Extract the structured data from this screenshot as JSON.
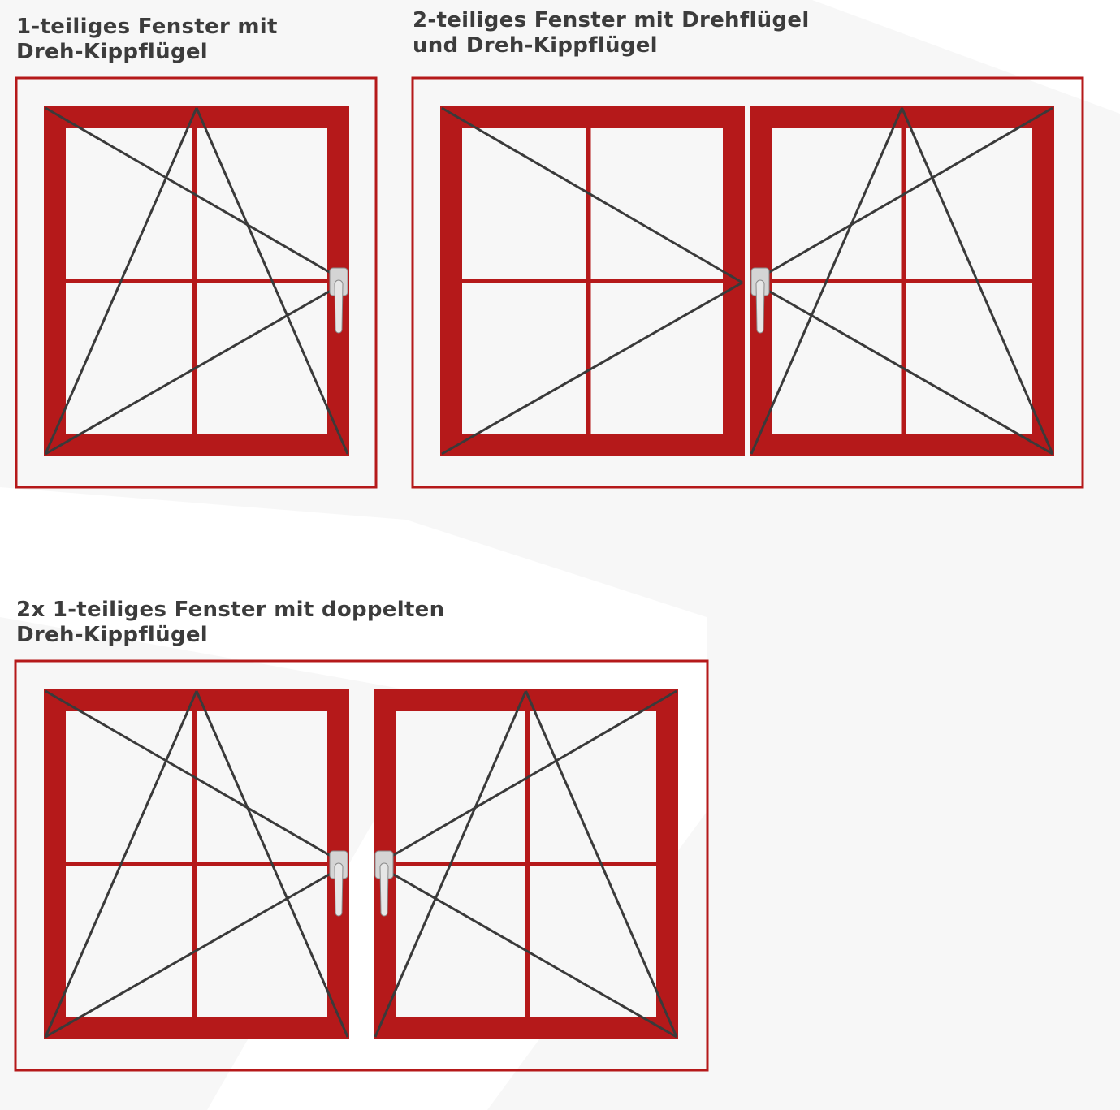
{
  "colors": {
    "frame": "#b5191a",
    "lines": "#3a3a3a",
    "background": "#f7f7f7",
    "handle": "#d4d4d4",
    "text": "#3c3c3c"
  },
  "panels": [
    {
      "title_line1": "1-teiliges Fenster mit",
      "title_line2": "Dreh-Kippflügel"
    },
    {
      "title_line1": "2-teiliges Fenster mit Drehflügel",
      "title_line2": "und Dreh-Kippflügel"
    },
    {
      "title_line1": "2x 1-teiliges Fenster mit doppelten",
      "title_line2": "Dreh-Kippflügel"
    }
  ]
}
